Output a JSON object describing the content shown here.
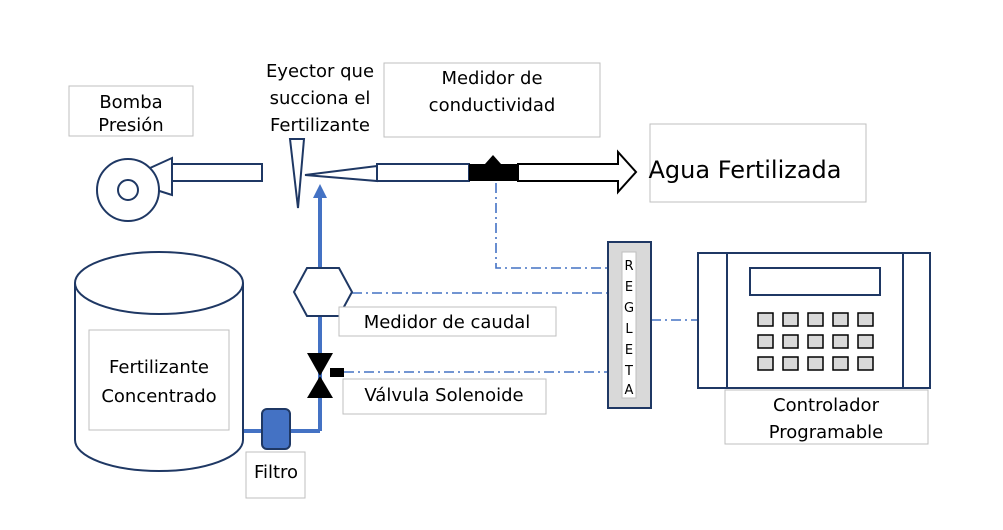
{
  "labels": {
    "bomba": [
      "Bomba",
      "Presión"
    ],
    "eyector": [
      "Eyector que",
      "succiona el",
      "Fertilizante"
    ],
    "medidor_conductividad": [
      "Medidor de",
      "conductividad"
    ],
    "agua_fertilizada": "Agua Fertilizada",
    "tanque": [
      "Fertilizante",
      "Concentrado"
    ],
    "medidor_caudal": "Medidor de caudal",
    "valvula": "Válvula Solenoide",
    "filtro": "Filtro",
    "controlador": [
      "Controlador",
      "Programable"
    ],
    "regleta": [
      "R",
      "E",
      "G",
      "L",
      "E",
      "T",
      "A"
    ]
  },
  "colors": {
    "pipe": "#4472c4",
    "outline": "#1f3864",
    "box_border": "#bfbfbf",
    "regleta_fill": "#d9d9d9",
    "filter_fill": "#4472c4",
    "dark": "#000000"
  }
}
